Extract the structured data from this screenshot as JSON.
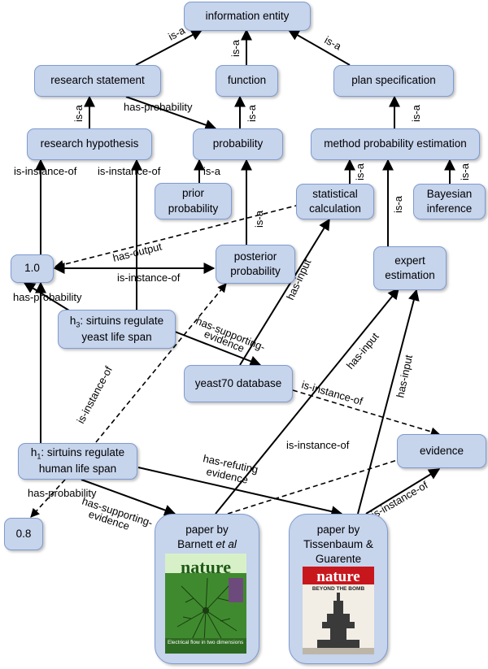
{
  "nodes": {
    "information_entity": "information entity",
    "research_statement": "research statement",
    "function": "function",
    "plan_specification": "plan specification",
    "research_hypothesis": "research hypothesis",
    "probability": "probability",
    "method_probability_estimation": "method probability estimation",
    "prior_probability": [
      "prior",
      "probability"
    ],
    "statistical_calculation": [
      "statistical",
      "calculation"
    ],
    "bayesian_inference": [
      "Bayesian",
      "inference"
    ],
    "value_1_0": "1.0",
    "posterior_probability": [
      "posterior",
      "probability"
    ],
    "expert_estimation": [
      "expert",
      "estimation"
    ],
    "h3": {
      "prefix": "h",
      "sub": "3",
      "rest": ": sirtuins regulate",
      "line2": "yeast life span"
    },
    "yeast70_database": "yeast70 database",
    "evidence": "evidence",
    "h1": {
      "prefix": "h",
      "sub": "1",
      "rest": ": sirtuins regulate",
      "line2": "human life span"
    },
    "value_0_8": "0.8",
    "paper_barnett": {
      "line1": "paper by",
      "line2_text": "Barnett ",
      "line2_italic": "et al"
    },
    "paper_tissenbaum": {
      "line1": "paper by",
      "line2": "Tissenbaum &",
      "line3": "Guarente"
    }
  },
  "covers": {
    "barnett": {
      "masthead": "nature",
      "headline": "Electrical flow in two dimensions",
      "colors": {
        "bg": "#3f8a2e",
        "title": "#1f5a17",
        "accent": "#d8f0c8"
      }
    },
    "tissenbaum": {
      "masthead": "nature",
      "headline": "BEYOND THE BOMB",
      "colors": {
        "bg": "#f2eee6",
        "title": "#c8161d",
        "accent": "#3a3a3a"
      }
    }
  },
  "edge_labels": {
    "is_a": "is-a",
    "has_probability": "has-probability",
    "is_instance_of": "is-instance-of",
    "has_output": "has-output",
    "has_input": "has-input",
    "has_supporting_evidence_1": "has-supporting-",
    "has_supporting_evidence_2": "evidence",
    "has_refuting_evidence_1": "has-refuting",
    "has_refuting_evidence_2": "evidence"
  },
  "colors": {
    "node_fill": "#c6d4ec",
    "node_border": "#7f9bd0",
    "edge": "#000000"
  }
}
